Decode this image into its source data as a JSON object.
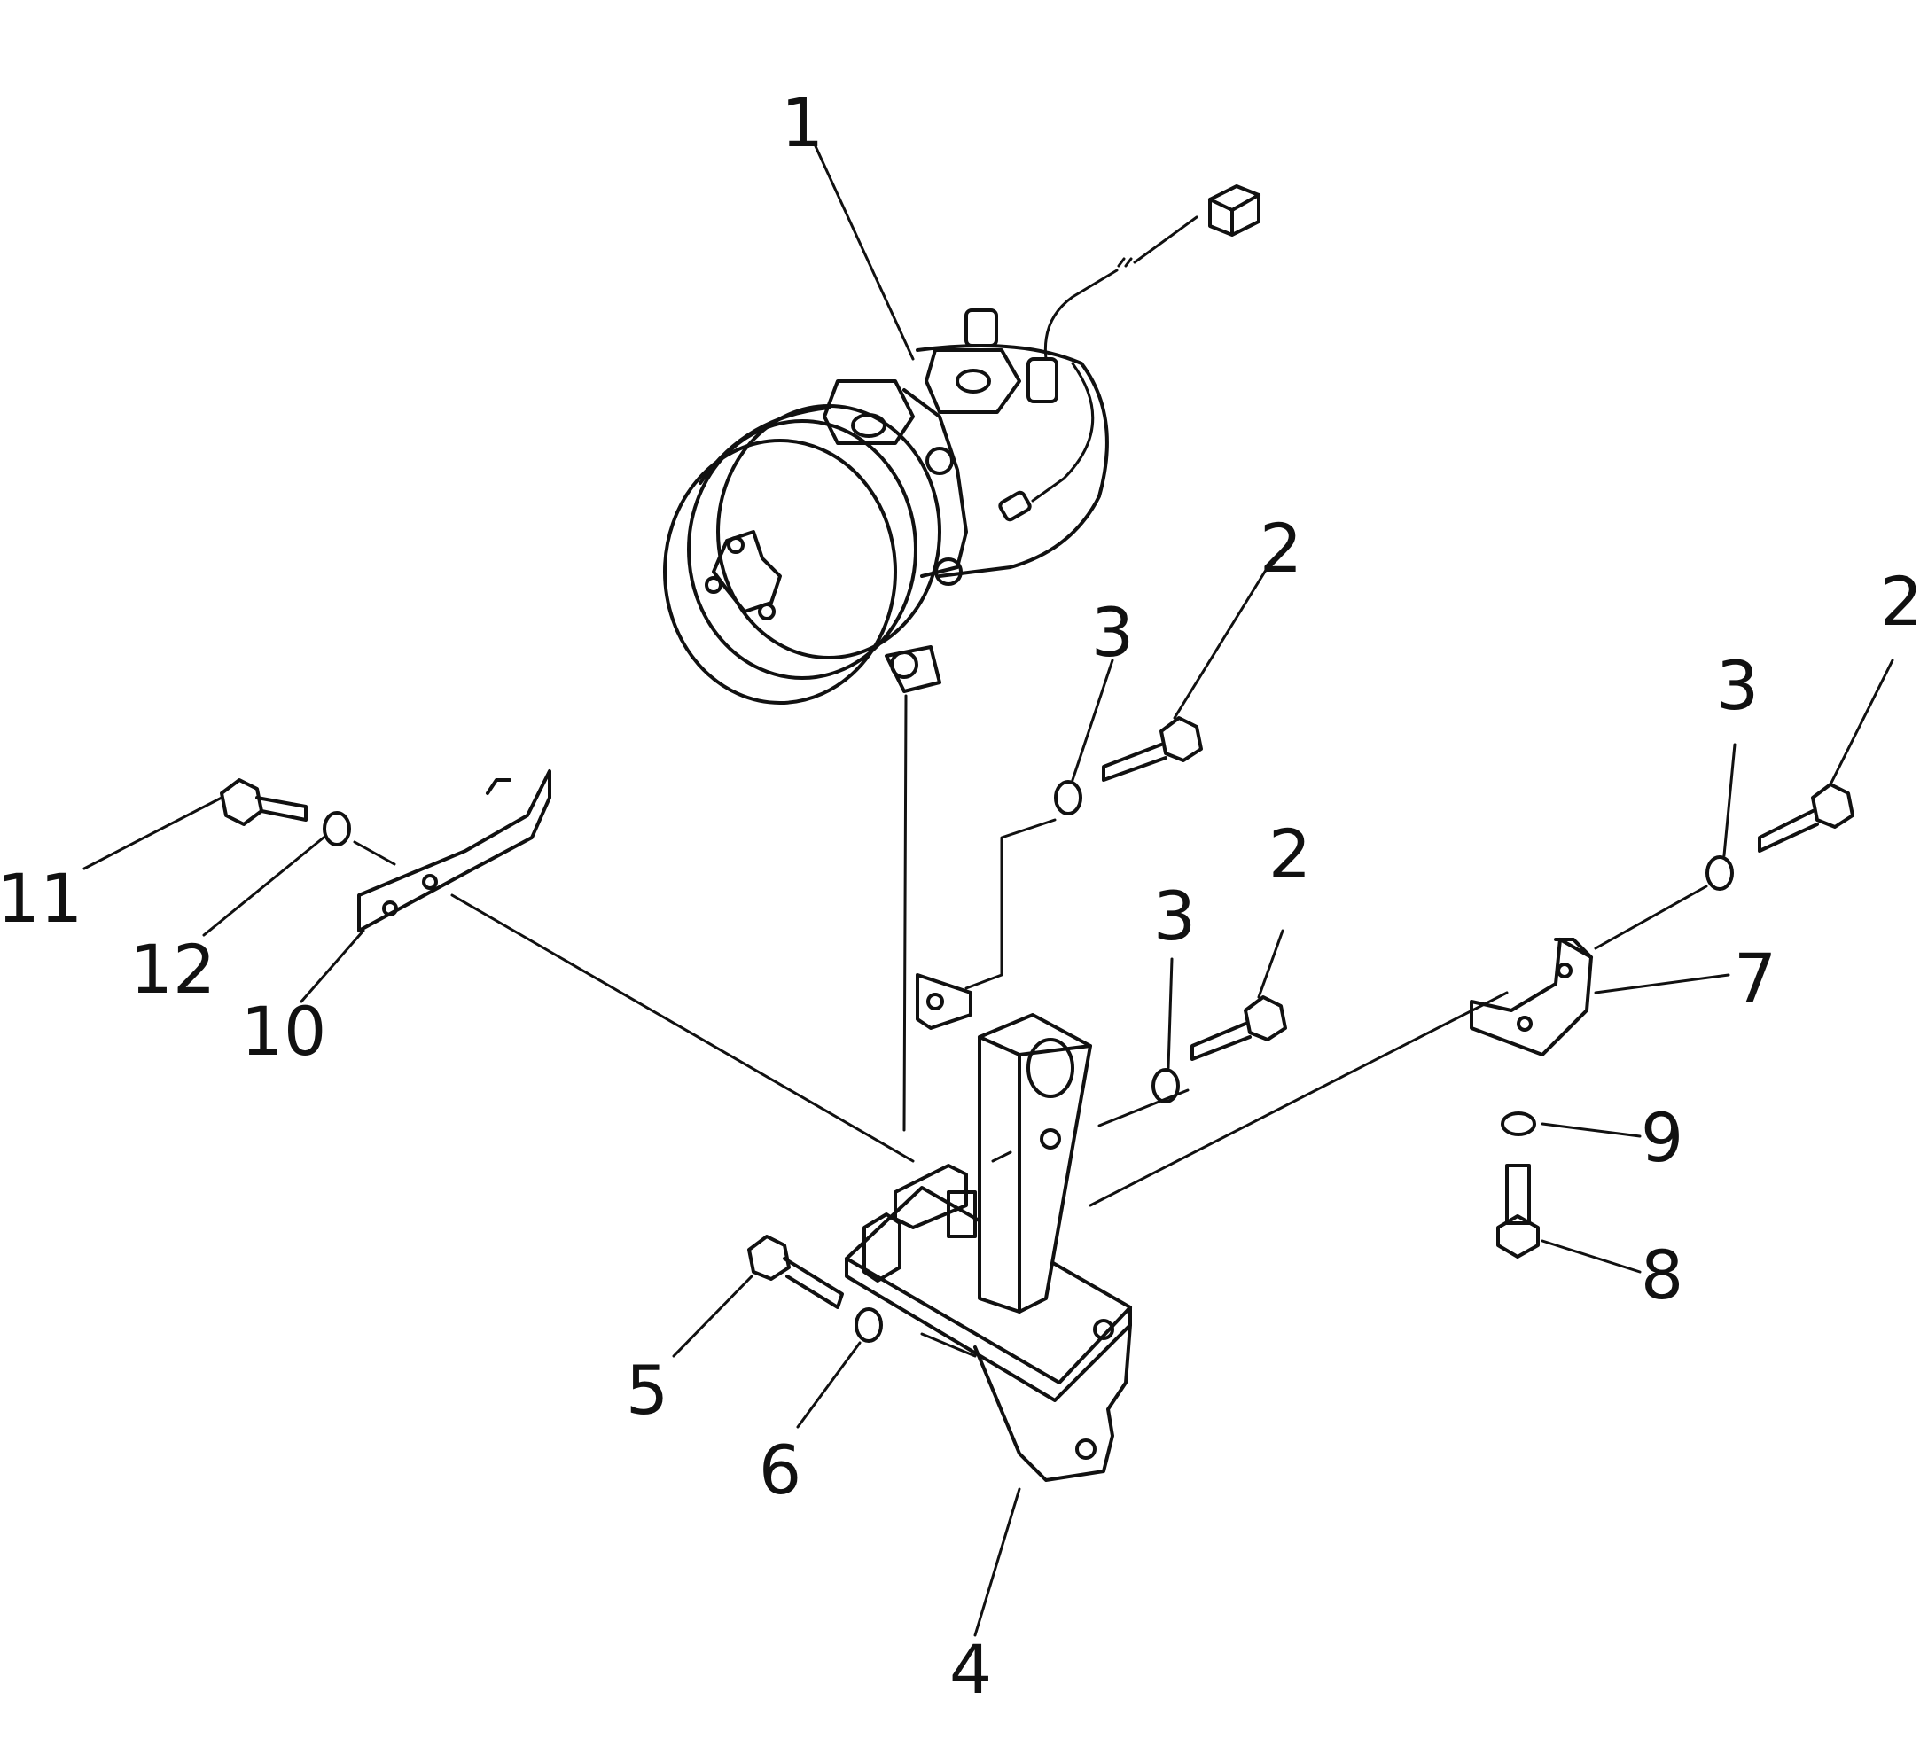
{
  "callouts": [
    {
      "id": "c1",
      "label": "1"
    },
    {
      "id": "c2a",
      "label": "2"
    },
    {
      "id": "c2b",
      "label": "2"
    },
    {
      "id": "c2c",
      "label": "2"
    },
    {
      "id": "c3a",
      "label": "3"
    },
    {
      "id": "c3b",
      "label": "3"
    },
    {
      "id": "c3c",
      "label": "3"
    },
    {
      "id": "c4",
      "label": "4"
    },
    {
      "id": "c5",
      "label": "5"
    },
    {
      "id": "c6",
      "label": "6"
    },
    {
      "id": "c7",
      "label": "7"
    },
    {
      "id": "c8",
      "label": "8"
    },
    {
      "id": "c9",
      "label": "9"
    },
    {
      "id": "c10",
      "label": "10"
    },
    {
      "id": "c11",
      "label": "11"
    },
    {
      "id": "c12",
      "label": "12"
    }
  ]
}
